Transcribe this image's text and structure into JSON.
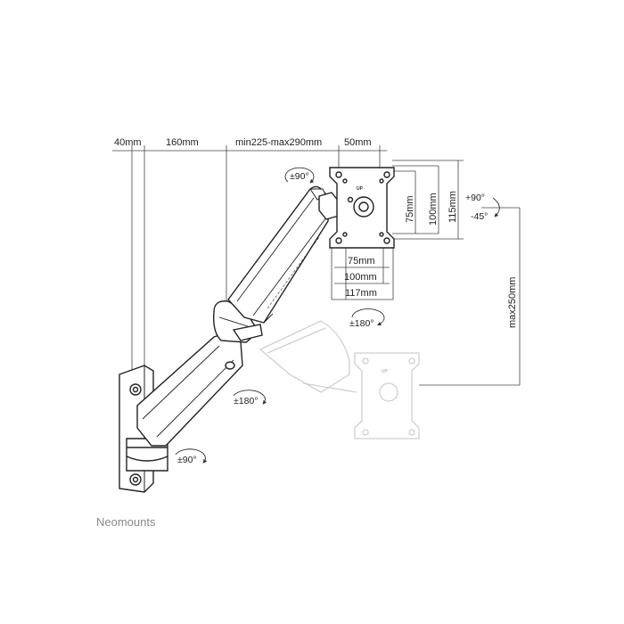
{
  "top_dimensions": {
    "wall_depth": "40mm",
    "first_arm": "160mm",
    "second_arm": "min225-max290mm",
    "plate_offset": "50mm"
  },
  "vesa_dimensions": {
    "h_small": "75mm",
    "h_medium": "100mm",
    "h_large": "117mm",
    "v_small": "75mm",
    "v_medium": "100mm",
    "v_large": "115mm"
  },
  "height_range": "max250mm",
  "rotations": {
    "head_swivel": "±90°",
    "tilt_up": "+90°",
    "tilt_down": "-45°",
    "plate_rotate": "±180°",
    "elbow_swivel": "±180°",
    "base_swivel": "±90°"
  },
  "plate_label": "UP",
  "brand": "Neomounts"
}
